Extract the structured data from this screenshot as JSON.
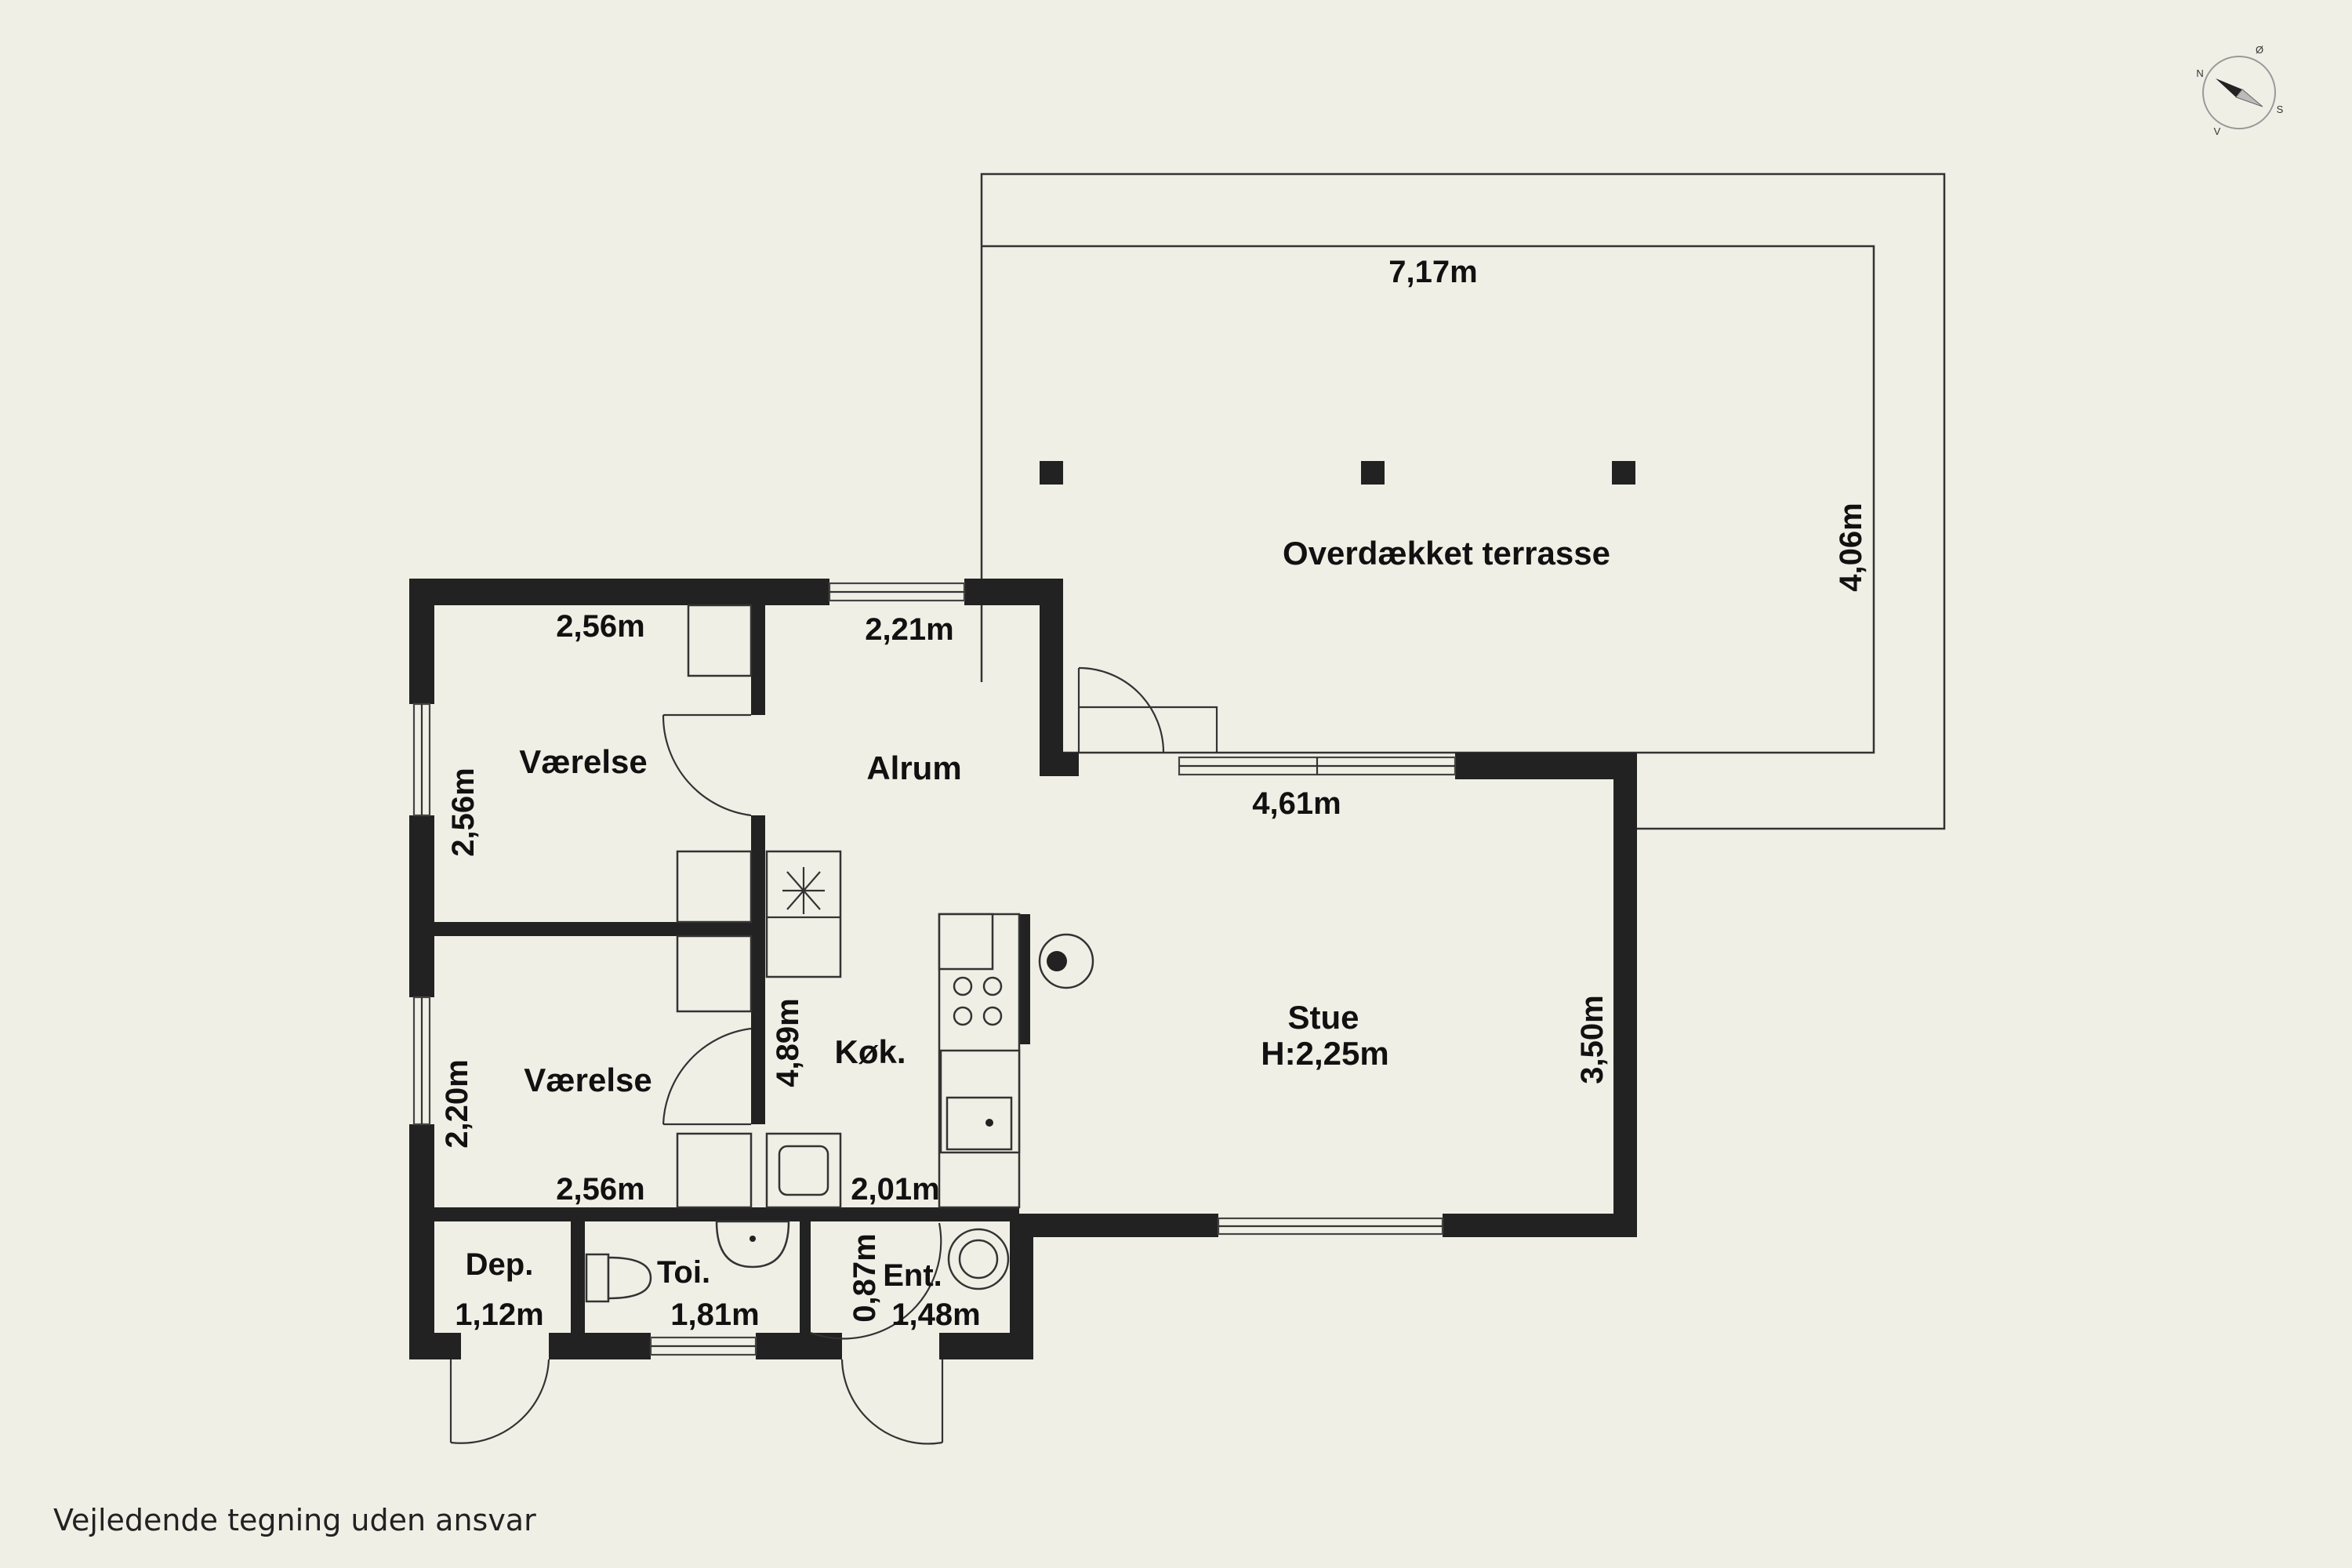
{
  "rooms": {
    "terrace": "Overdækket terrasse",
    "alrum": "Alrum",
    "stue": "Stue",
    "stue_height": "H:2,25m",
    "vaerelse_upper": "Værelse",
    "vaerelse_lower": "Værelse",
    "kokken": "Køk.",
    "depot": "Dep.",
    "toilet": "Toi.",
    "entre": "Ent."
  },
  "dimensions": {
    "terrace_width": "7,17m",
    "terrace_depth": "4,06m",
    "vaerelse_upper_width": "2,56m",
    "vaerelse_upper_depth": "2,56m",
    "alrum_width": "2,21m",
    "stue_width": "4,61m",
    "stue_depth": "3,50m",
    "kokken_length": "4,89m",
    "vaerelse_lower_depth": "2,20m",
    "vaerelse_lower_width": "2,56m",
    "kokken_width": "2,01m",
    "depot_width": "1,12m",
    "toilet_width": "1,81m",
    "entre_depth": "0,87m",
    "entre_width": "1,48m"
  },
  "compass": {
    "n": "N",
    "e": "Ø",
    "s": "S",
    "w": "V"
  },
  "footer_note": "Vejledende tegning uden ansvar"
}
